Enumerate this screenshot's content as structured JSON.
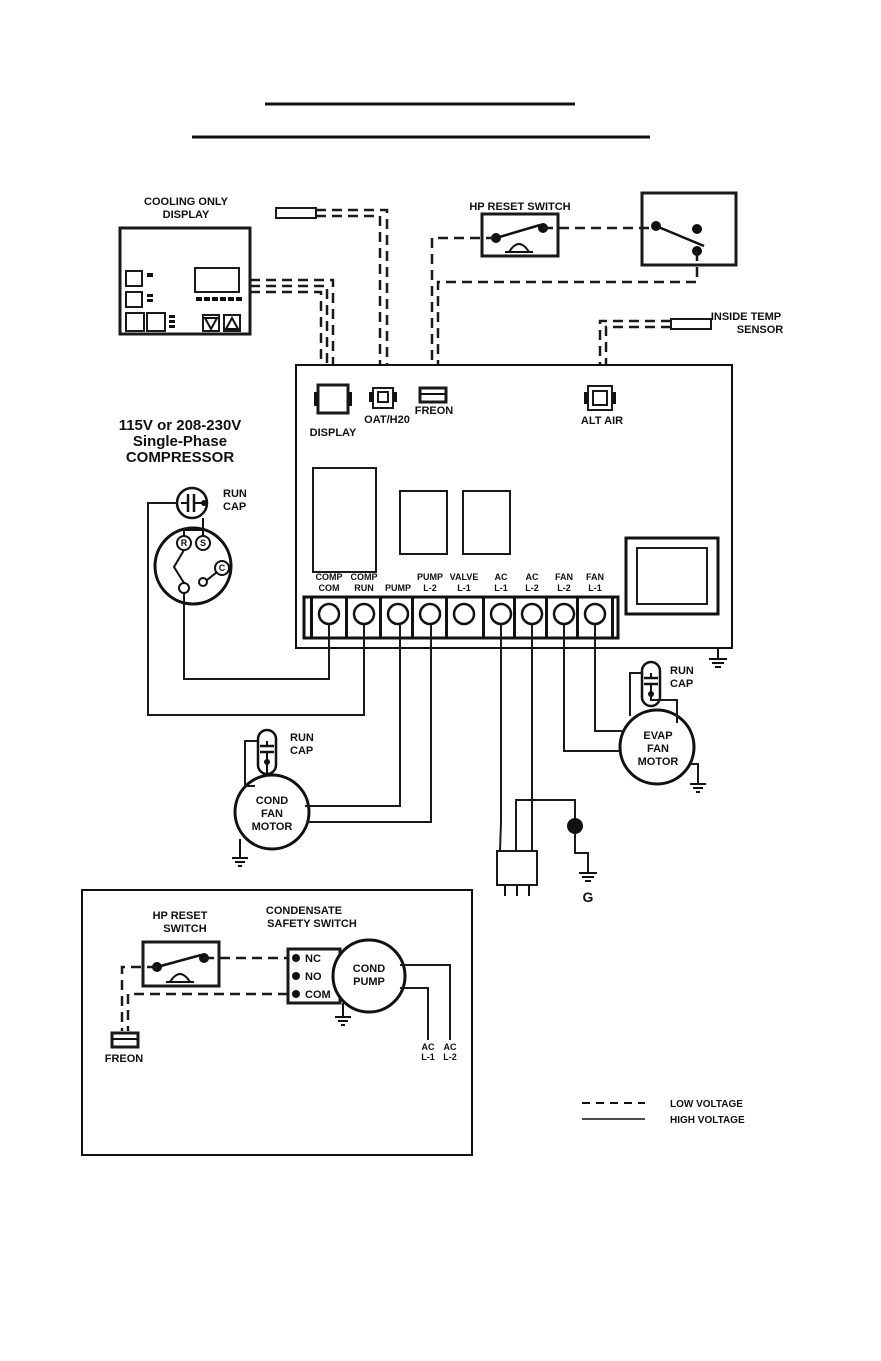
{
  "display_box": {
    "title_line1": "COOLING ONLY",
    "title_line2": "DISPLAY"
  },
  "hp_reset_switch_top": {
    "label": "HP RESET SWITCH"
  },
  "inside_temp": {
    "line1": "INSIDE TEMP",
    "line2": "SENSOR"
  },
  "connectors": {
    "display": "DISPLAY",
    "oat": "OAT/H20",
    "freon": "FREON",
    "alt_air": "ALT AIR"
  },
  "compressor": {
    "line1": "115V or 208-230V",
    "line2": "Single-Phase",
    "line3": "COMPRESSOR",
    "cap_line1": "RUN",
    "cap_line2": "CAP",
    "terminal_r": "R",
    "terminal_s": "S",
    "terminal_c": "C"
  },
  "terminals": [
    {
      "line1": "COMP",
      "line2": "COM"
    },
    {
      "line1": "COMP",
      "line2": "RUN"
    },
    {
      "line1": "",
      "line2": "PUMP"
    },
    {
      "line1": "PUMP",
      "line2": "L-2"
    },
    {
      "line1": "VALVE",
      "line2": "L-1"
    },
    {
      "line1": "AC",
      "line2": "L-1"
    },
    {
      "line1": "AC",
      "line2": "L-2"
    },
    {
      "line1": "FAN",
      "line2": "L-2"
    },
    {
      "line1": "FAN",
      "line2": "L-1"
    }
  ],
  "evap_motor": {
    "line1": "EVAP",
    "line2": "FAN",
    "line3": "MOTOR",
    "cap_line1": "RUN",
    "cap_line2": "CAP"
  },
  "cond_motor": {
    "line1": "COND",
    "line2": "FAN",
    "line3": "MOTOR",
    "cap_line1": "RUN",
    "cap_line2": "CAP"
  },
  "ground_label": "G",
  "inset": {
    "hp_reset_line1": "HP RESET",
    "hp_reset_line2": "SWITCH",
    "condensate_line1": "CONDENSATE",
    "condensate_line2": "SAFETY SWITCH",
    "nc": "NC",
    "no": "NO",
    "com": "COM",
    "pump_line1": "COND",
    "pump_line2": "PUMP",
    "freon": "FREON",
    "ac_l1_line1": "AC",
    "ac_l1_line2": "L-1",
    "ac_l2_line1": "AC",
    "ac_l2_line2": "L-2"
  },
  "legend": {
    "low_voltage": "LOW VOLTAGE",
    "high_voltage": "HIGH VOLTAGE"
  }
}
